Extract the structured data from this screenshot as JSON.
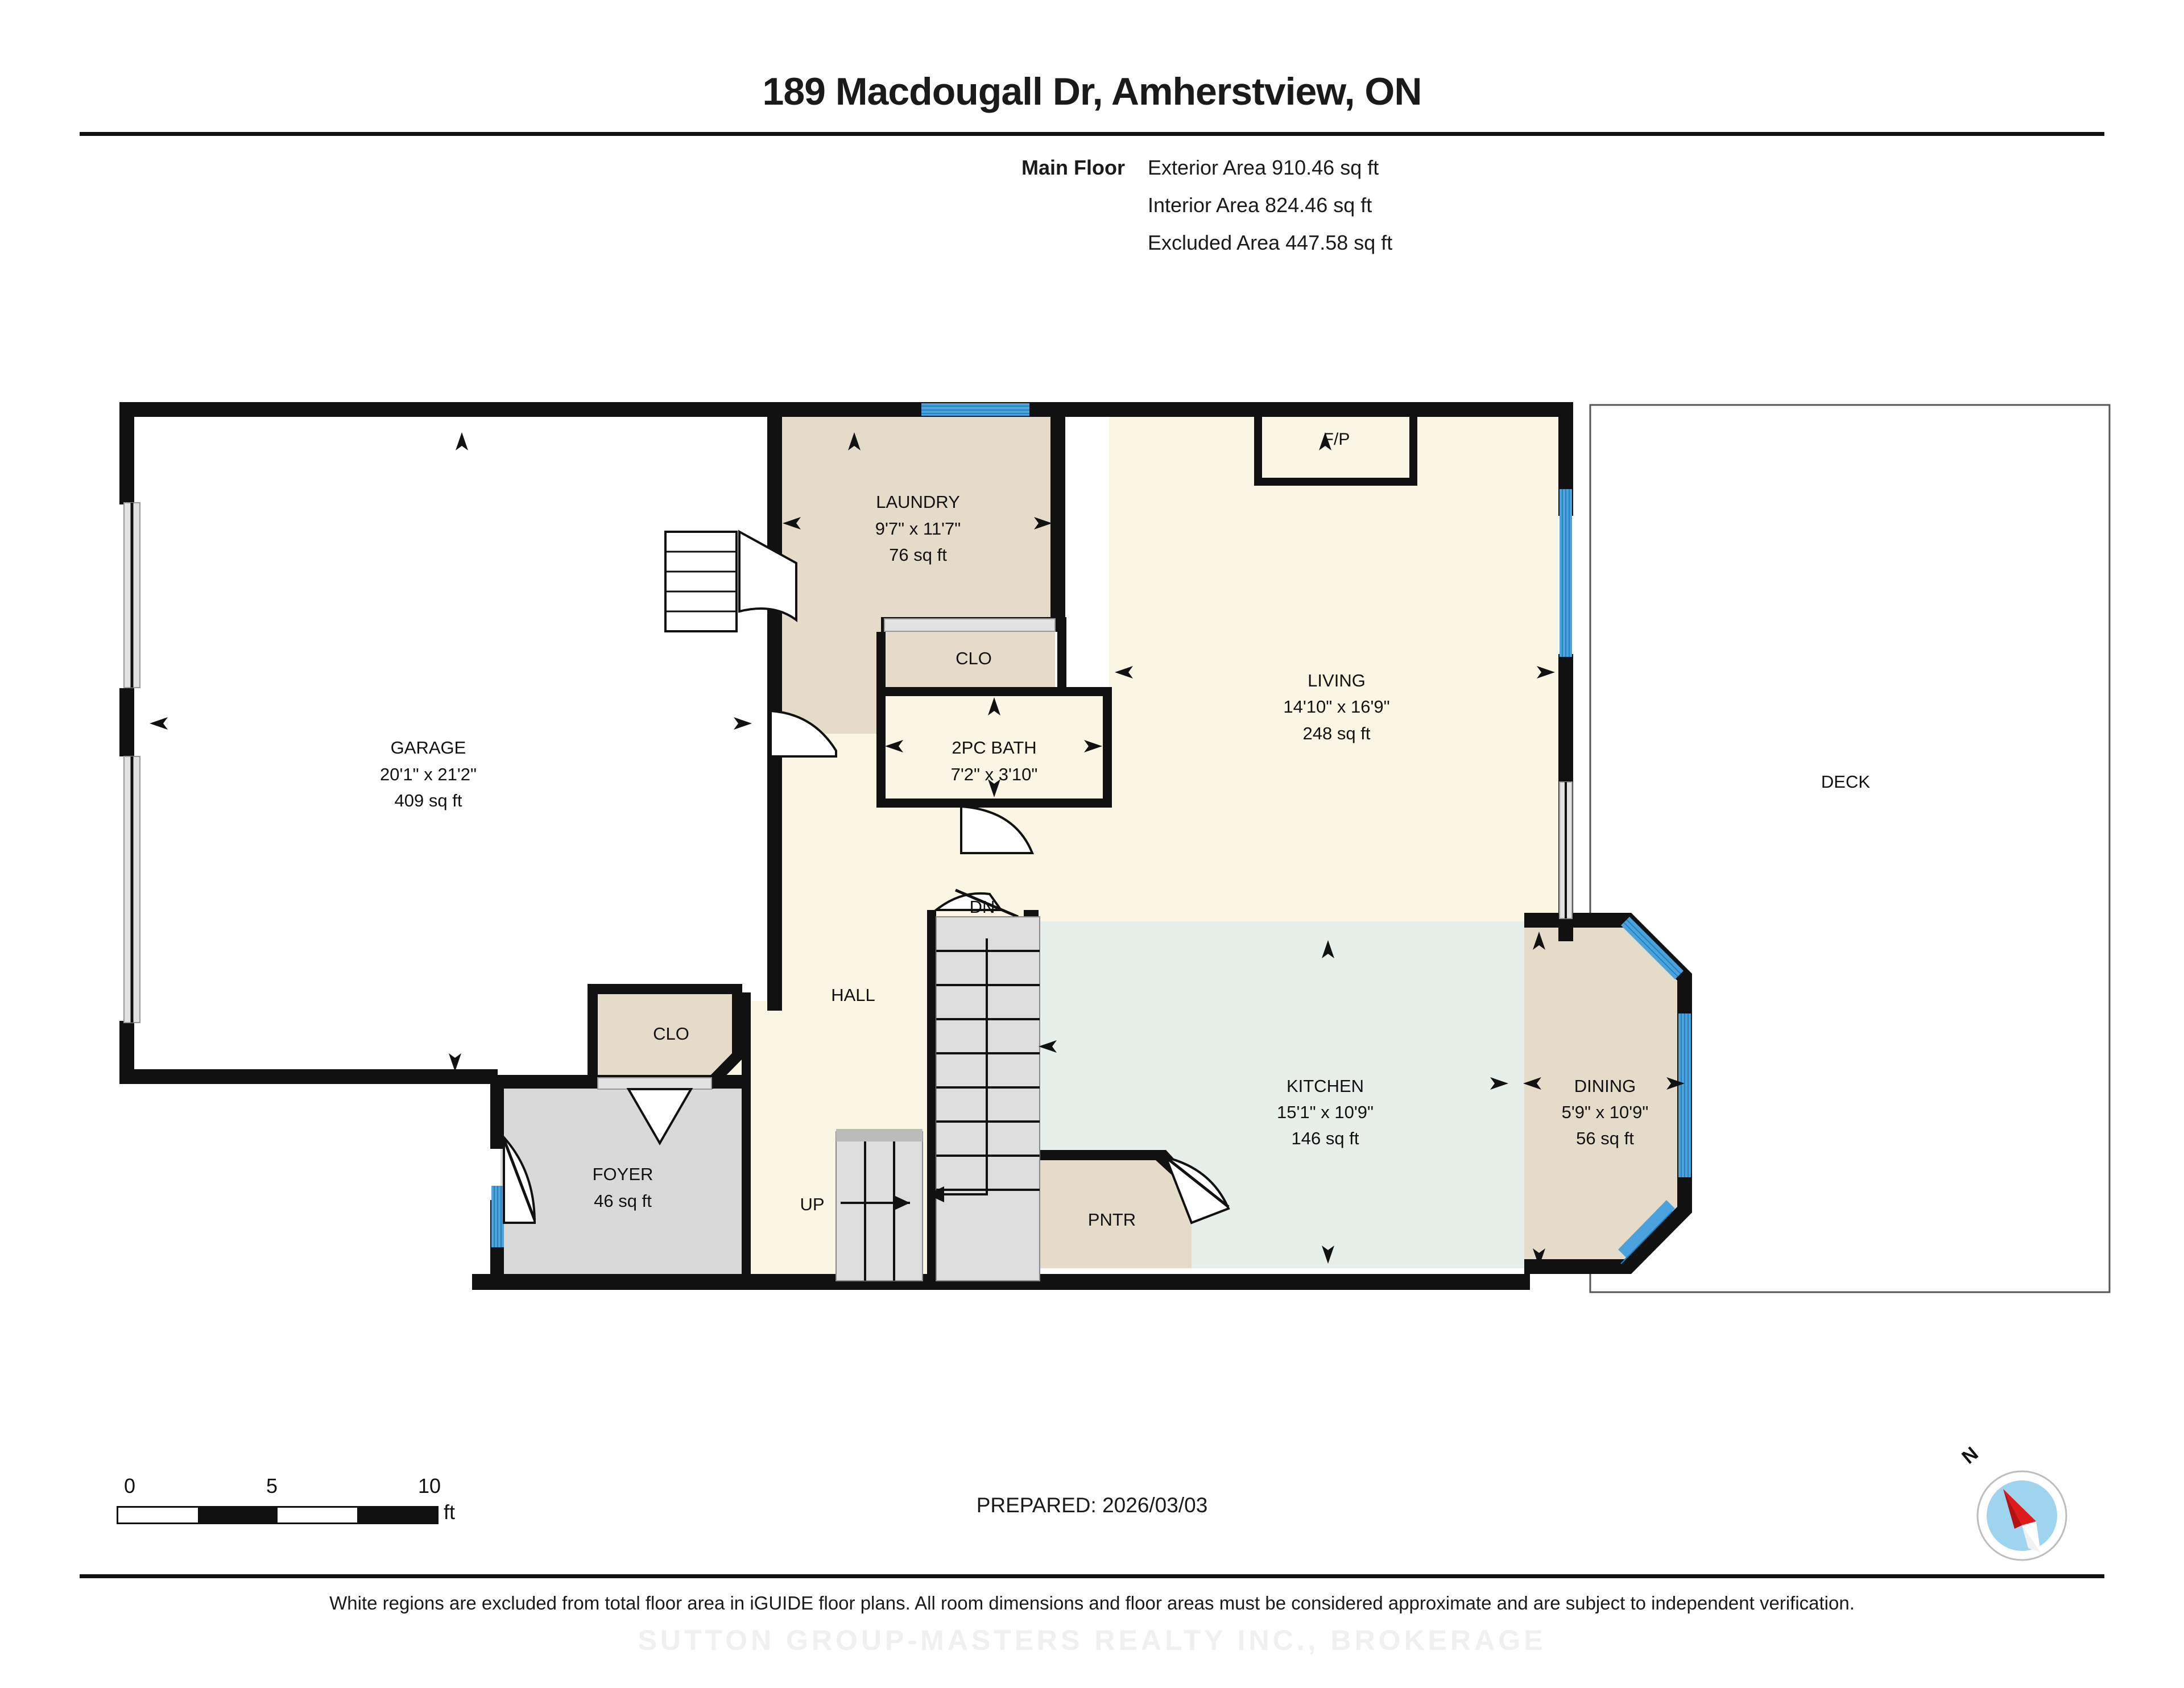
{
  "header": {
    "title": "189 Macdougall Dr, Amherstview, ON",
    "floor_name": "Main Floor",
    "areas": [
      "Exterior Area 910.46 sq ft",
      "Interior Area 824.46 sq ft",
      "Excluded Area 447.58 sq ft"
    ]
  },
  "rooms": {
    "garage": {
      "name": "GARAGE",
      "dims": "20'1\" x 21'2\"",
      "area": "409 sq ft"
    },
    "laundry": {
      "name": "LAUNDRY",
      "dims": "9'7\" x 11'7\"",
      "area": "76 sq ft"
    },
    "bath": {
      "name": "2PC BATH",
      "dims": "7'2\" x 3'10\"",
      "area": ""
    },
    "living": {
      "name": "LIVING",
      "dims": "14'10\" x 16'9\"",
      "area": "248 sq ft"
    },
    "kitchen": {
      "name": "KITCHEN",
      "dims": "15'1\" x 10'9\"",
      "area": "146 sq ft"
    },
    "dining": {
      "name": "DINING",
      "dims": "5'9\" x 10'9\"",
      "area": "56 sq ft"
    },
    "foyer": {
      "name": "FOYER",
      "dims": "",
      "area": "46 sq ft"
    },
    "hall": {
      "name": "HALL",
      "dims": "",
      "area": ""
    },
    "deck": {
      "name": "DECK",
      "dims": "",
      "area": ""
    },
    "closet_laundry": {
      "name": "CLO"
    },
    "closet_foyer": {
      "name": "CLO"
    },
    "pantry": {
      "name": "PNTR"
    },
    "fireplace": {
      "name": "F/P"
    },
    "stair_down": {
      "name": "DN"
    },
    "stair_up": {
      "name": "UP"
    }
  },
  "footer": {
    "scale_ticks": [
      "0",
      "5",
      "10"
    ],
    "scale_unit": "ft",
    "prepared": "PREPARED: 2026/03/03",
    "disclaimer": "White regions are excluded from total floor area in iGUIDE floor plans. All room dimensions and floor areas must be considered approximate and are subject to independent verification.",
    "watermark": "SUTTON GROUP-MASTERS REALTY INC., BROKERAGE",
    "compass_label": "N"
  },
  "colors": {
    "wall": "#111111",
    "living_fill": "#fbf6e4",
    "laundry_fill": "#e4dcc9",
    "bath_fill": "#b3dcf5",
    "kitchen_fill": "#e6efe9",
    "dining_fill": "#e4dcc9",
    "foyer_fill": "#d9d9d9",
    "stair_fill": "#dddddd",
    "window_blue": "#4aa3dd",
    "compass_red": "#e01b1b",
    "compass_blue": "#9fd4ef"
  }
}
